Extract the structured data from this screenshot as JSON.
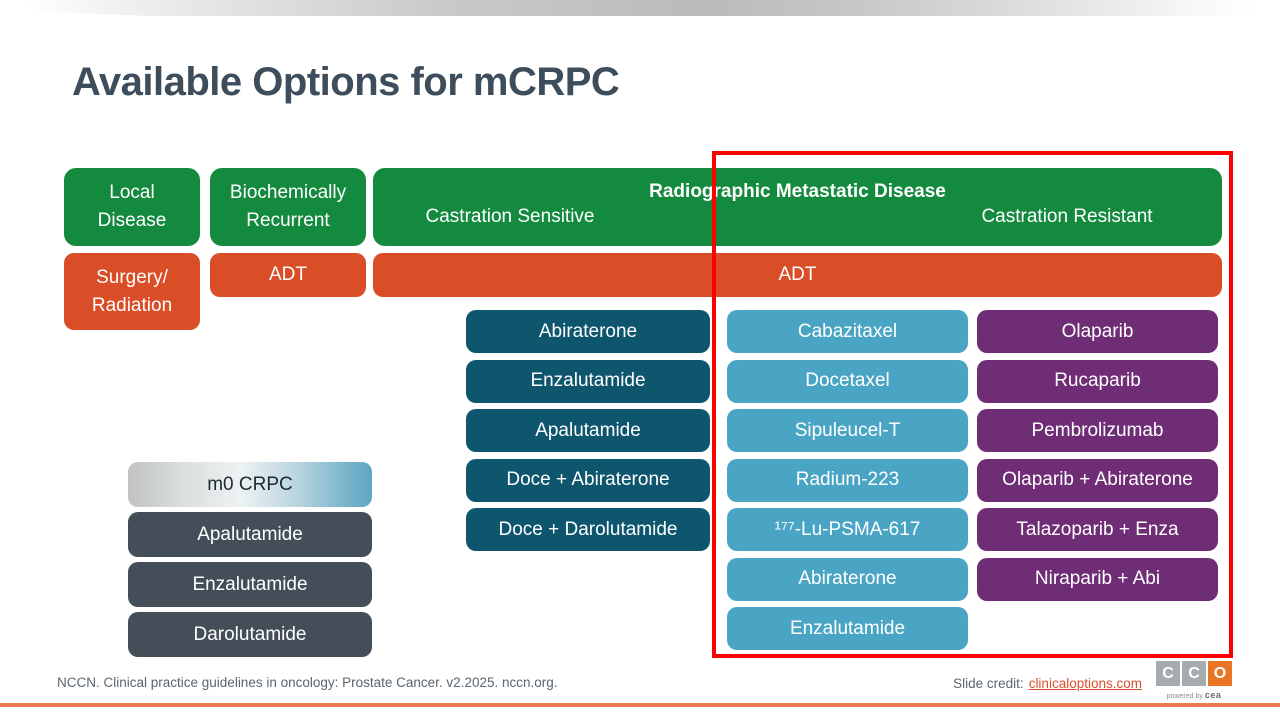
{
  "title": "Available Options for mCRPC",
  "stage_row": {
    "local": "Local\nDisease",
    "biochemically_recurrent": "Biochemically\nRecurrent",
    "radiographic_title": "Radiographic Metastatic Disease",
    "castration_sensitive": "Castration Sensitive",
    "castration_resistant": "Castration Resistant"
  },
  "treatment_row": {
    "surgery_radiation": "Surgery/\nRadiation",
    "adt_recurrent": "ADT",
    "adt_metastatic": "ADT"
  },
  "castration_sensitive_options": [
    "Abiraterone",
    "Enzalutamide",
    "Apalutamide",
    "Doce + Abiraterone",
    "Doce + Darolutamide"
  ],
  "m0_crpc": {
    "header": "m0 CRPC",
    "options": [
      "Apalutamide",
      "Enzalutamide",
      "Darolutamide"
    ]
  },
  "castration_resistant_options": {
    "column1": [
      "Cabazitaxel",
      "Docetaxel",
      "Sipuleucel-T",
      "Radium-223",
      "¹⁷⁷-Lu-PSMA-617",
      "Abiraterone",
      "Enzalutamide"
    ],
    "column2": [
      "Olaparib",
      "Rucaparib",
      "Pembrolizumab",
      "Olaparib + Abiraterone",
      "Talazoparib + Enza",
      "Niraparib + Abi"
    ]
  },
  "footer": {
    "reference": "NCCN. Clinical practice guidelines in oncology: Prostate Cancer. v2.2025. nccn.org.",
    "credit_label": "Slide credit:",
    "credit_link": "clinicaloptions.com",
    "logo": {
      "letter1": "C",
      "letter2": "C",
      "letter3": "O",
      "powered_by": "powered by",
      "brand": "cea"
    }
  },
  "colors": {
    "green": "#138a3e",
    "orange": "#d94e26",
    "dark_teal": "#0e556e",
    "light_blue": "#4aa5c4",
    "purple": "#6e2d75",
    "slate": "#434e58",
    "highlight_red": "#fe0000",
    "accent_bottom": "#ec7a52",
    "title_text": "#3e4d5c"
  }
}
